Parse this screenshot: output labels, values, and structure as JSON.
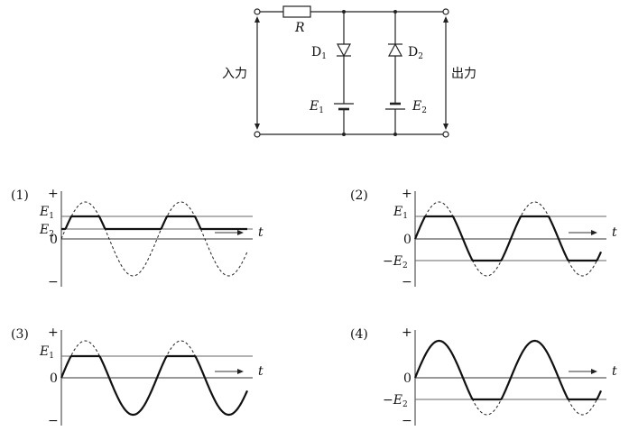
{
  "circuit": {
    "resistor_label": "R",
    "diode1_label": "D",
    "diode1_sub": "1",
    "diode2_label": "D",
    "diode2_sub": "2",
    "battery1_label": "E",
    "battery1_sub": "1",
    "battery2_label": "E",
    "battery2_sub": "2",
    "input_label": "入力",
    "output_label": "出力"
  },
  "graphs": [
    {
      "number": "(1)",
      "clip_top": "E1",
      "clip_bottom": "E2",
      "labels": {
        "plus": "+",
        "minus": "−",
        "zero": "0",
        "t": "t",
        "e1": "E",
        "e1_sub": "1",
        "e2": "E",
        "e2_sub": "2"
      }
    },
    {
      "number": "(2)",
      "clip_top": "E1",
      "clip_bottom": "-E2",
      "labels": {
        "plus": "+",
        "minus": "−",
        "zero": "0",
        "t": "t",
        "e1": "E",
        "e1_sub": "1",
        "e2": "−E",
        "e2_sub": "2"
      }
    },
    {
      "number": "(3)",
      "clip_top": "E1",
      "clip_bottom": "none",
      "labels": {
        "plus": "+",
        "minus": "−",
        "zero": "0",
        "t": "t",
        "e1": "E",
        "e1_sub": "1"
      }
    },
    {
      "number": "(4)",
      "clip_top": "none",
      "clip_bottom": "-E2",
      "labels": {
        "plus": "+",
        "minus": "−",
        "zero": "0",
        "t": "t",
        "e2": "−E",
        "e2_sub": "2"
      }
    }
  ]
}
